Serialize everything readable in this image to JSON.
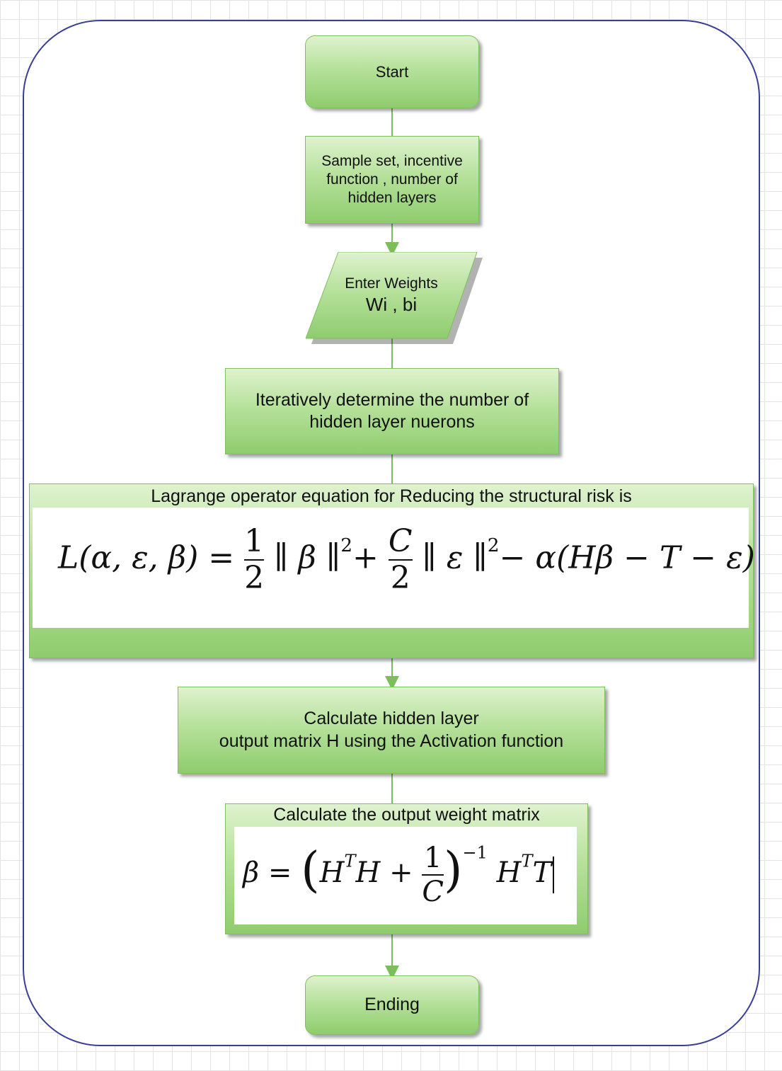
{
  "diagram": {
    "start": "Start",
    "inputs": [
      "Sample set, incentive",
      "function , number of",
      "hidden layers"
    ],
    "enter_weights": {
      "title": "Enter Weights",
      "vars": "Wi , bi"
    },
    "iterate": [
      "Iteratively determine the number of",
      "hidden layer nuerons"
    ],
    "lagrange": {
      "title": "Lagrange operator equation for Reducing the structural risk is",
      "lhs": "L(α, ε, β) =",
      "half_num": "1",
      "half_den": "2",
      "term1": "∥ β ∥",
      "sq": "2",
      "plus": "+",
      "c_num": "C",
      "c_den": "2",
      "term2": "∥ ε ∥",
      "sq2": "2",
      "rest": "− α(Hβ − T − ε)"
    },
    "hidden_output": [
      "Calculate hidden layer",
      "output matrix H using the Activation function"
    ],
    "output_weight": {
      "title": "Calculate the output weight matrix",
      "lhs": "β =",
      "lparen": "(",
      "h1": "H",
      "t1": "T",
      "h2": "H +",
      "one": "1",
      "c": "C",
      "rparen": ")",
      "inv": "−1",
      "h3": "H",
      "t2": "T",
      "tail": "T"
    },
    "end": "Ending"
  },
  "colors": {
    "node_fill": "#b6e19b",
    "node_border": "#7fbf5e",
    "frame": "#3a3f93",
    "connector": "#7cbf5a"
  }
}
